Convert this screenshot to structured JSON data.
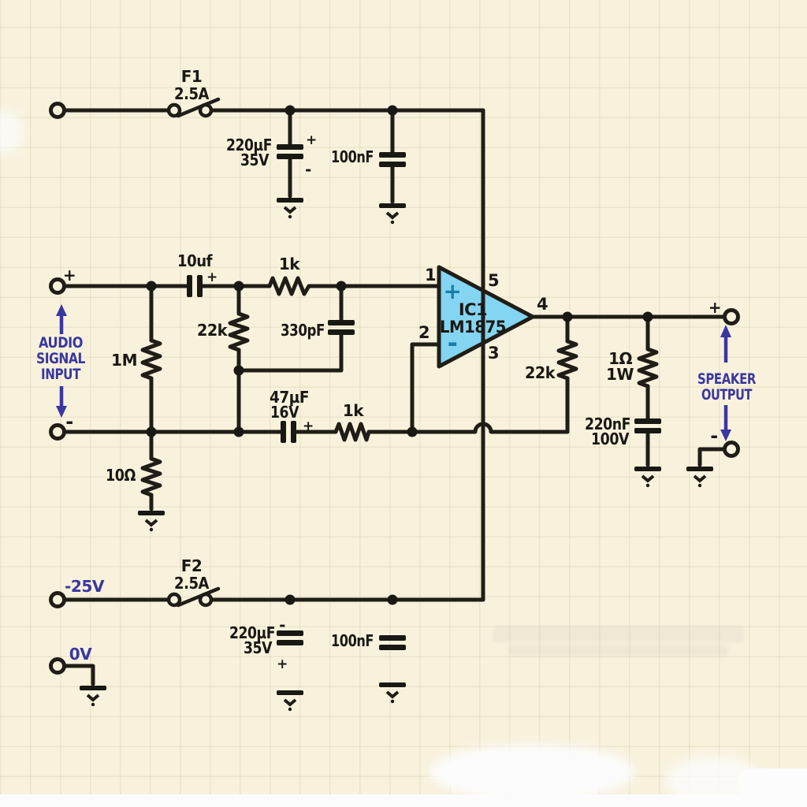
{
  "schematic": {
    "description": "LM1875 audio power amplifier circuit schematic",
    "colors": {
      "background": "#f8f2dd",
      "wire": "#201d17",
      "annotation_blue": "#3a37a0",
      "ic_fill": "#84d5f1",
      "ic_sign_teal": "#157fa8"
    },
    "top_supply": {
      "fuse_ref": "F1",
      "fuse_rating": "2.5A",
      "reservoir_cap": "220µF",
      "reservoir_cap_voltage": "35V",
      "reservoir_cap_plus": "+",
      "reservoir_cap_minus": "-",
      "decoupling_cap": "100nF"
    },
    "input": {
      "terminal_plus": "+",
      "terminal_minus": "-",
      "arrow_label": [
        "AUDIO",
        "SIGNAL",
        "INPUT"
      ],
      "coupling_cap": "10uf",
      "coupling_cap_plus": "+",
      "bias_resistor": "1M",
      "series_resistor": "1k",
      "shunt_resistor": "22k",
      "filter_cap": "330pF",
      "ground_resistor": "10Ω"
    },
    "ic": {
      "ref": "IC1",
      "part": "LM1875",
      "pin_noninv": "1",
      "pin_inv": "2",
      "pin_vneg": "3",
      "pin_out": "4",
      "pin_vpos": "5",
      "noninv_sign": "+",
      "inv_sign": "-"
    },
    "feedback": {
      "dc_block_cap": "47µF",
      "dc_block_cap_voltage": "16V",
      "dc_block_cap_plus": "+",
      "gain_resistor": "1k",
      "feedback_resistor": "22k"
    },
    "output": {
      "terminal_plus": "+",
      "terminal_minus": "-",
      "arrow_label": [
        "SPEAKER",
        "OUTPUT"
      ],
      "zobel_resistor": "1Ω",
      "zobel_resistor_power": "1W",
      "zobel_cap": "220nF",
      "zobel_cap_voltage": "100V"
    },
    "bottom_supply": {
      "rail_label": "-25V",
      "ground_label": "0V",
      "fuse_ref": "F2",
      "fuse_rating": "2.5A",
      "reservoir_cap": "220µF",
      "reservoir_cap_voltage": "35V",
      "reservoir_cap_minus": "-",
      "reservoir_cap_plus": "+",
      "decoupling_cap": "100nF"
    }
  }
}
